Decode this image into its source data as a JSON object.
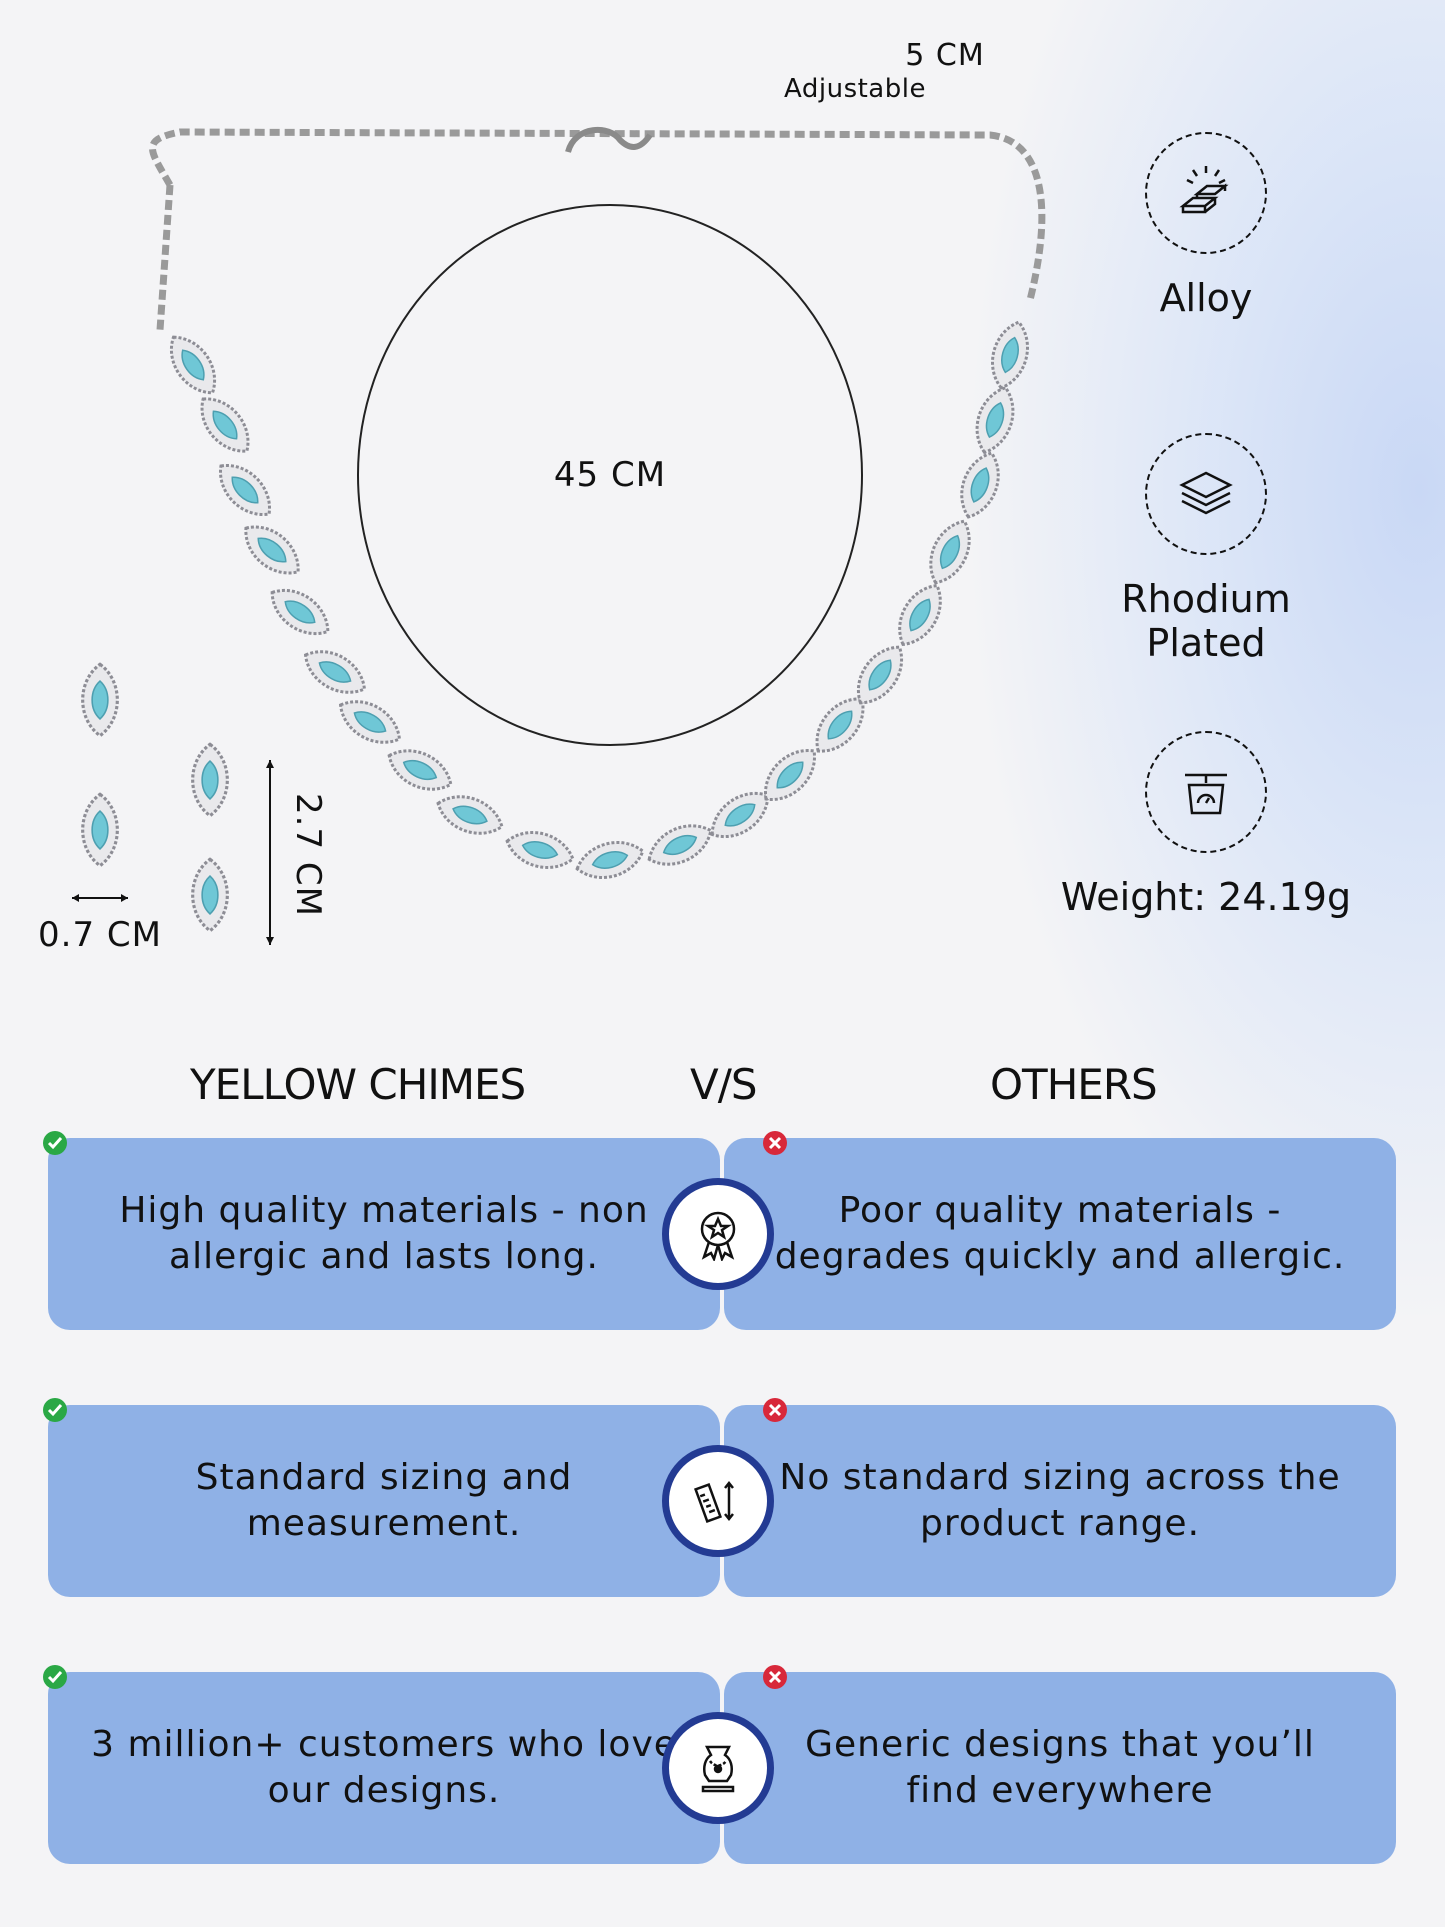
{
  "dimensions": {
    "chain_extension": "5 CM",
    "chain_extension_note": "Adjustable",
    "necklace_length": "45 CM",
    "earring_width": "0.7 CM",
    "earring_height": "2.7 CM"
  },
  "features": [
    {
      "icon": "gold-bars-icon",
      "label": "Alloy"
    },
    {
      "icon": "layers-icon",
      "label": "Rhodium Plated"
    },
    {
      "icon": "scale-icon",
      "label": "Weight: 24.19g"
    }
  ],
  "comparison": {
    "left_heading": "YELLOW CHIMES",
    "vs_label": "V/S",
    "right_heading": "OTHERS",
    "rows": [
      {
        "icon": "quality-badge-icon",
        "ours": "High quality materials - non allergic and lasts long.",
        "theirs": "Poor quality materials - degrades quickly and allergic."
      },
      {
        "icon": "ruler-icon",
        "ours": "Standard sizing and measurement.",
        "theirs": "No standard sizing across the product range."
      },
      {
        "icon": "jewelry-display-icon",
        "ours": "3 million+ customers who love our designs.",
        "theirs": "Generic designs that you’ll find everywhere"
      }
    ]
  },
  "colors": {
    "card": "#8fb1e6",
    "badge_ring": "#233b93",
    "check": "#2aa845",
    "cross": "#d8283a",
    "stone": "#6fc7d6"
  }
}
